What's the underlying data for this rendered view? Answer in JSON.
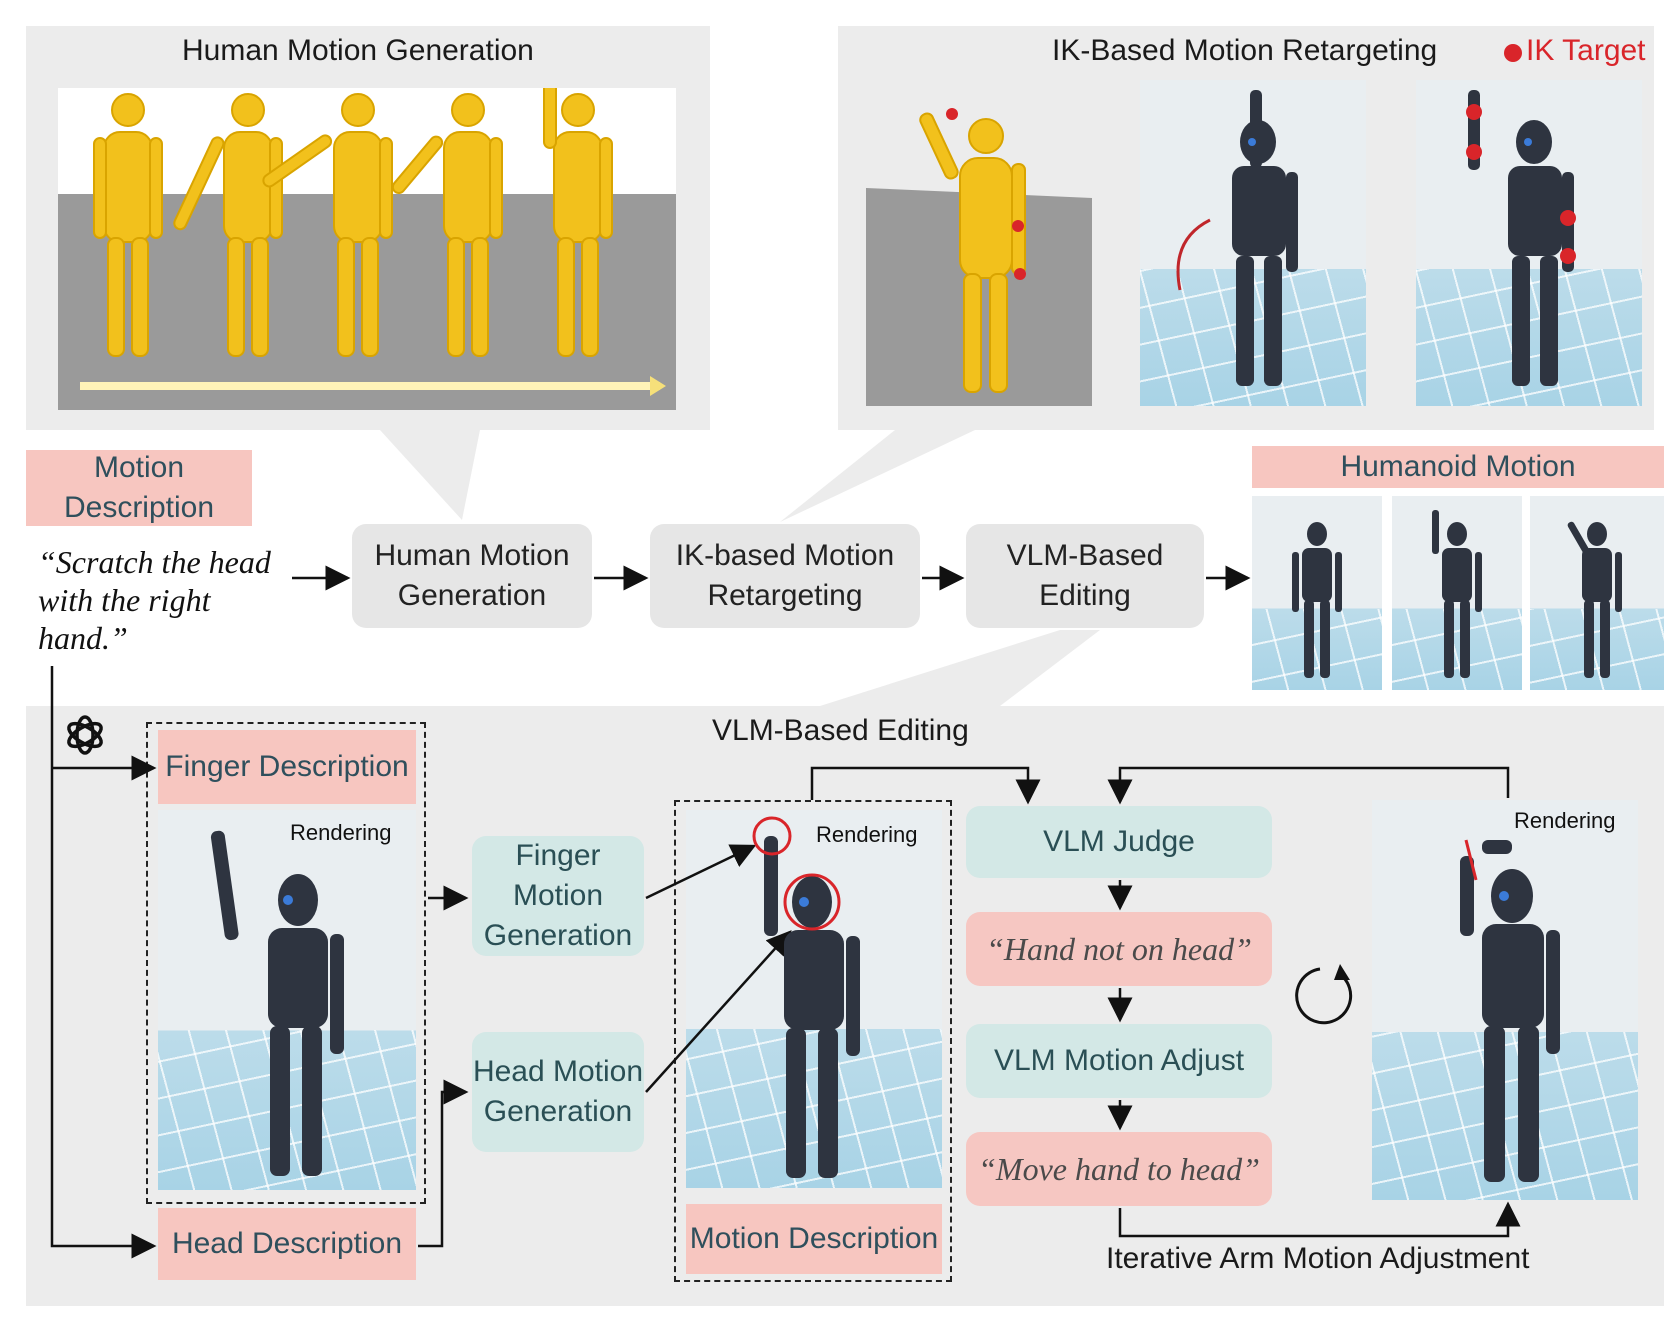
{
  "top_left_panel": {
    "title": "Human Motion Generation"
  },
  "top_right_panel": {
    "title": "IK-Based Motion Retargeting",
    "legend": "IK Target"
  },
  "motion_description_label": "Motion Description",
  "motion_quote": "“Scratch the head with the right hand.”",
  "pipeline": {
    "step1": "Human Motion Generation",
    "step2": "IK-based Motion Retargeting",
    "step3": "VLM-Based Editing"
  },
  "humanoid_motion_label": "Humanoid Motion",
  "bottom_panel": {
    "title": "VLM-Based Editing",
    "finger_description": "Finger Description",
    "head_description": "Head Description",
    "rendering": "Rendering",
    "finger_motion_generation": "Finger Motion Generation",
    "head_motion_generation": "Head Motion Generation",
    "motion_description": "Motion Description",
    "vlm_judge": "VLM Judge",
    "feedback_quote": "“Hand not on head”",
    "vlm_motion_adjust": "VLM Motion Adjust",
    "adjust_quote": "“Move hand to head”",
    "iterative_label": "Iterative Arm Motion Adjustment"
  },
  "colors": {
    "accent_pink": "#f6c7c2",
    "teal": "#d3e8e6",
    "ik_red": "#d9252a",
    "mannequin": "#f2c11c",
    "robot": "#2e3440"
  },
  "icons": [
    "openai-logo-icon",
    "rotate-cycle-icon",
    "ik-target-dot-icon"
  ]
}
